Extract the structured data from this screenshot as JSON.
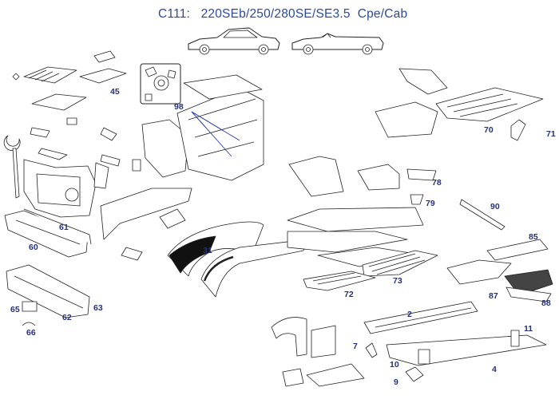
{
  "diagram": {
    "title": "C111:   220SEb/250/280SE/SE3.5  Cpe/Cab",
    "colors": {
      "title": "#2b4a9a",
      "callout": "#26307a",
      "leader": "#2a3ea8",
      "outline": "#222222",
      "fill": "#ffffff"
    },
    "vehicles": [
      {
        "name": "coupe-silhouette-icon"
      },
      {
        "name": "cabriolet-silhouette-icon"
      }
    ],
    "callouts": [
      {
        "id": "c45",
        "label": "45"
      },
      {
        "id": "c98",
        "label": "98"
      },
      {
        "id": "c70",
        "label": "70"
      },
      {
        "id": "c71",
        "label": "71"
      },
      {
        "id": "c78",
        "label": "78"
      },
      {
        "id": "c79",
        "label": "79"
      },
      {
        "id": "c90",
        "label": "90"
      },
      {
        "id": "c61",
        "label": "61"
      },
      {
        "id": "c60",
        "label": "60"
      },
      {
        "id": "c31",
        "label": "31"
      },
      {
        "id": "c85",
        "label": "85"
      },
      {
        "id": "c73",
        "label": "73"
      },
      {
        "id": "c72",
        "label": "72"
      },
      {
        "id": "c87",
        "label": "87"
      },
      {
        "id": "c88",
        "label": "88"
      },
      {
        "id": "c65",
        "label": "65"
      },
      {
        "id": "c63",
        "label": "63"
      },
      {
        "id": "c62",
        "label": "62"
      },
      {
        "id": "c66",
        "label": "66"
      },
      {
        "id": "c2",
        "label": "2"
      },
      {
        "id": "c11",
        "label": "11"
      },
      {
        "id": "c7",
        "label": "7"
      },
      {
        "id": "c10",
        "label": "10"
      },
      {
        "id": "c4",
        "label": "4"
      },
      {
        "id": "c9",
        "label": "9"
      }
    ]
  }
}
